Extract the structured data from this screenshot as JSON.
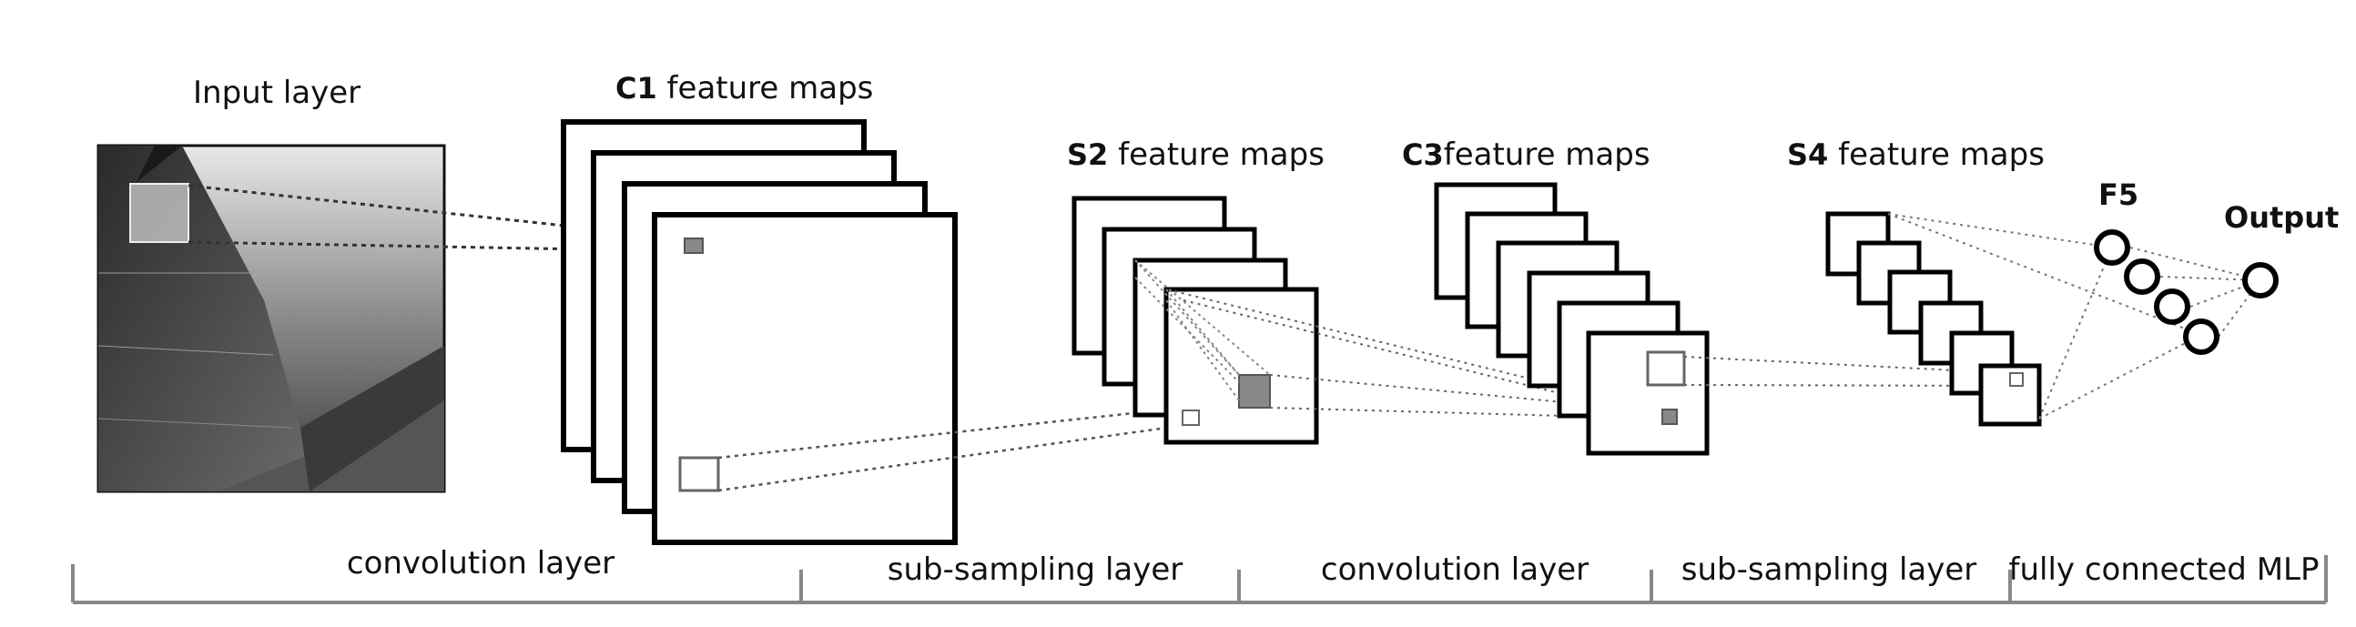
{
  "diagram": {
    "layers": {
      "input": {
        "label": "Input layer"
      },
      "c1": {
        "bold": "C1",
        "rest": " feature maps"
      },
      "s2": {
        "bold": "S2",
        "rest": " feature maps"
      },
      "c3": {
        "bold": "C3",
        "rest": "feature maps"
      },
      "s4": {
        "bold": "S4",
        "rest": " feature maps"
      },
      "f5": {
        "label": "F5"
      },
      "output": {
        "label": "Output"
      }
    },
    "sections": [
      {
        "label": "convolution layer"
      },
      {
        "label": "sub-sampling layer"
      },
      {
        "label": "convolution layer"
      },
      {
        "label": "sub-sampling layer"
      },
      {
        "label": "fully connected MLP"
      }
    ]
  }
}
